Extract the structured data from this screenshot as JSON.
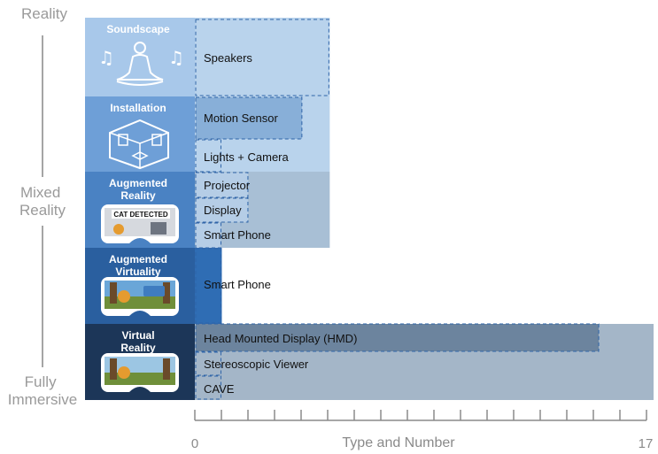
{
  "chart_data": {
    "type": "bar",
    "orientation": "horizontal",
    "xlabel": "Type and Number",
    "xlim": [
      0,
      17
    ],
    "x_tick_labels": [
      "0",
      "17"
    ],
    "y_axis_labels": [
      "Reality",
      "Mixed Reality",
      "Fully Immersive"
    ],
    "categories": [
      {
        "name": "Soundscape",
        "total": 5,
        "color": "#b9d3ec",
        "header_color": "#a8c8ea",
        "icon": "meditation-music-icon",
        "items": [
          {
            "label": "Speakers",
            "value": 5
          }
        ]
      },
      {
        "name": "Installation",
        "total": 5,
        "color": "#b9d3ec",
        "header_color": "#6e9fd7",
        "icon": "room-cube-icon",
        "items": [
          {
            "label": "Motion Sensor",
            "value": 4
          },
          {
            "label": "Lights + Camera",
            "value": 1
          }
        ]
      },
      {
        "name": "Augmented Reality",
        "total": 5,
        "color": "#a8bfd5",
        "header_color": "#4a82c3",
        "icon": "ar-headset-icon",
        "icon_text": "CAT DETECTED",
        "items": [
          {
            "label": "Projector",
            "value": 2
          },
          {
            "label": "Display",
            "value": 2
          },
          {
            "label": "Smart Phone",
            "value": 1
          }
        ]
      },
      {
        "name": "Augmented Virtuality",
        "total": 1,
        "color": "#2f6db4",
        "header_color": "#2a5f9f",
        "icon": "av-headset-icon",
        "items": [
          {
            "label": "Smart Phone",
            "value": 1
          }
        ]
      },
      {
        "name": "Virtual Reality",
        "total": 17,
        "color": "#a4b6c8",
        "header_color": "#1c3658",
        "icon": "vr-headset-icon",
        "items": [
          {
            "label": "Head Mounted Display (HMD)",
            "value": 15
          },
          {
            "label": "Stereoscopic Viewer",
            "value": 1
          },
          {
            "label": "CAVE",
            "value": 1
          }
        ]
      }
    ]
  }
}
